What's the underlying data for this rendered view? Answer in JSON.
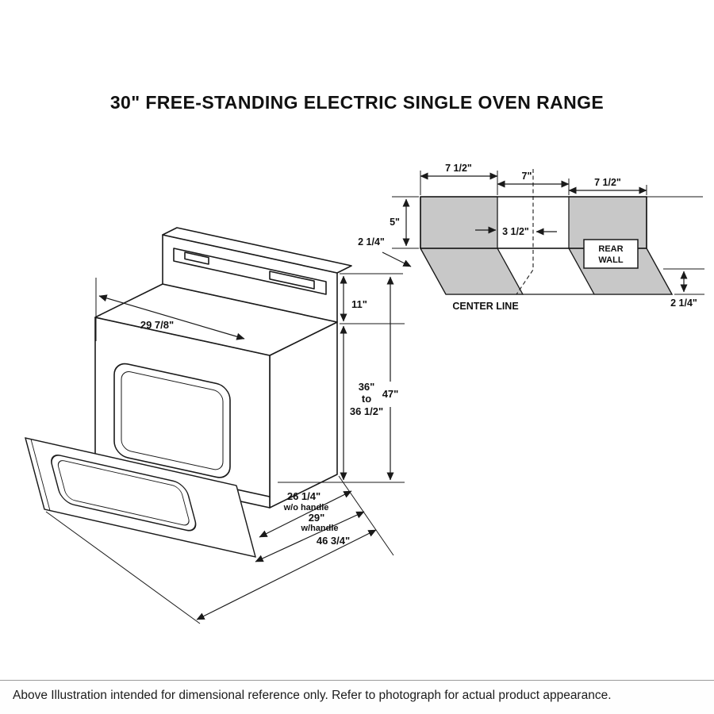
{
  "page": {
    "title": "30\" FREE-STANDING ELECTRIC SINGLE OVEN RANGE",
    "footer_note": "Above Illustration intended for dimensional reference only. Refer to photograph for actual product appearance."
  },
  "range_diagram": {
    "dimensions": {
      "cooktop_width": "29 7/8\"",
      "backsplash_height": "11\"",
      "height_min": "36\"",
      "height_to": "to",
      "height_max": "36 1/2\"",
      "overall_height": "47\"",
      "depth_no_handle": "26 1/4\"",
      "depth_no_handle_note": "w/o handle",
      "depth_with_handle": "29\"",
      "depth_with_handle_note": "w/handle",
      "depth_door_open": "46 3/4\""
    }
  },
  "wall_diagram": {
    "dimensions": {
      "left_section_width": "7 1/2\"",
      "center_section_width": "7\"",
      "right_section_width": "7 1/2\"",
      "wall_height": "5\"",
      "left_depth": "2 1/4\"",
      "centerline_offset": "3 1/2\"",
      "right_depth": "2 1/4\""
    },
    "labels": {
      "rear_wall_line1": "REAR",
      "rear_wall_line2": "WALL",
      "center_line": "CENTER LINE"
    }
  },
  "colors": {
    "line": "#1a1a1a",
    "shading": "#c8c8c8"
  }
}
